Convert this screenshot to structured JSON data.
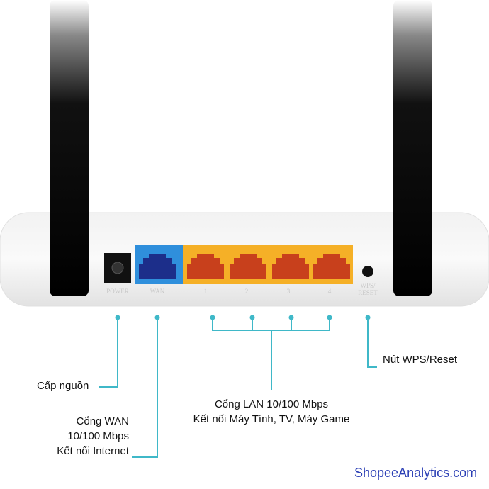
{
  "router": {
    "port_labels": {
      "power": "POWER",
      "wan": "WAN",
      "lan1": "1",
      "lan2": "2",
      "lan3": "3",
      "lan4": "4",
      "wps1": "WPS/",
      "wps2": "RESET"
    }
  },
  "callouts": {
    "power": "Cấp nguồn",
    "wan": [
      "Cổng WAN",
      "10/100 Mbps",
      "Kết nối Internet"
    ],
    "lan": [
      "Cổng LAN 10/100 Mbps",
      "Kết nối Máy Tính, TV, Máy Game"
    ],
    "wps": "Nút WPS/Reset"
  },
  "watermark": "ShopeeAnalytics.com",
  "colors": {
    "line": "#3fb8c8",
    "wan": "#2f8fdc",
    "lan": "#f5b027",
    "port_lan": "#c8401c",
    "port_wan": "#1c2e8a",
    "watermark": "#2b3fb5"
  }
}
